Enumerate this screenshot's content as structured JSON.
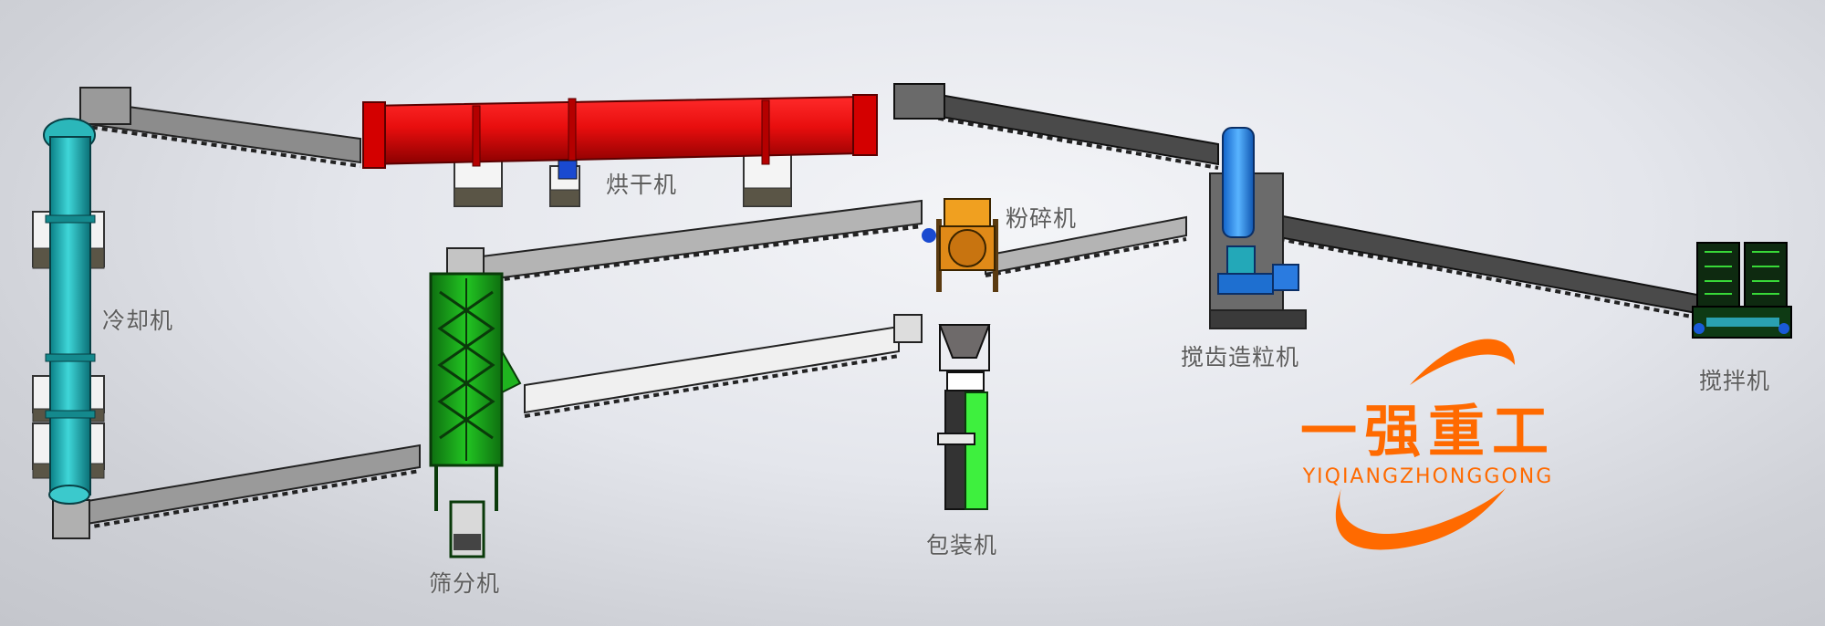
{
  "diagram": {
    "type": "production-line-layout",
    "machines": [
      {
        "id": "cooler",
        "label": "冷却机",
        "color": "#1fb5b8"
      },
      {
        "id": "dryer",
        "label": "烘干机",
        "color": "#e01010"
      },
      {
        "id": "crusher",
        "label": "粉碎机",
        "color": "#e89a1e"
      },
      {
        "id": "granulator",
        "label": "搅齿造粒机",
        "color": "#2a8fe8"
      },
      {
        "id": "mixer",
        "label": "搅拌机",
        "color": "#1f8f2a"
      },
      {
        "id": "screener",
        "label": "筛分机",
        "color": "#1ec41e"
      },
      {
        "id": "packer",
        "label": "包装机",
        "color": "#3ef03e"
      }
    ],
    "flow": [
      "搅拌机",
      "搅齿造粒机",
      "烘干机",
      "冷却机",
      "筛分机",
      "粉碎机",
      "包装机"
    ],
    "conveyors": [
      {
        "from": "搅拌机",
        "to": "搅齿造粒机",
        "color": "#4a4a4a"
      },
      {
        "from": "搅齿造粒机",
        "to": "烘干机",
        "color": "#4a4a4a"
      },
      {
        "from": "烘干机",
        "to": "冷却机",
        "color": "#8c8c8c"
      },
      {
        "from": "冷却机",
        "to": "筛分机",
        "color": "#9a9a9a"
      },
      {
        "from": "筛分机",
        "to": "粉碎机",
        "color": "#b4b4b4"
      },
      {
        "from": "粉碎机",
        "to": "搅齿造粒机",
        "color": "#b4b4b4"
      },
      {
        "from": "筛分机",
        "to": "包装机",
        "color": "#f0f0f0"
      }
    ]
  },
  "logo": {
    "cn": "一强重工",
    "en": "YIQIANGZHONGGONG",
    "color": "#ff6a00"
  }
}
